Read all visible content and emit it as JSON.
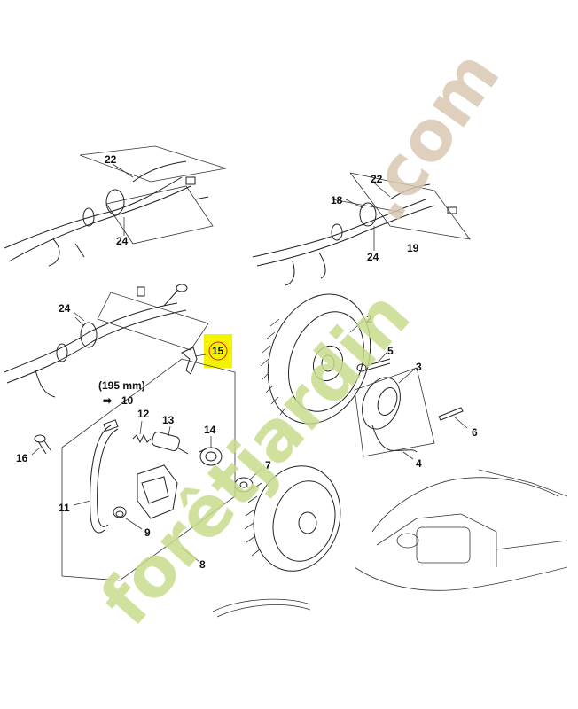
{
  "labels": {
    "l22a": "22",
    "l24a": "24",
    "l22b": "22",
    "l18": "18",
    "l24b": "24",
    "l19": "19",
    "l24c": "24",
    "l2": "2",
    "l5": "5",
    "l3": "3",
    "l15": "15",
    "note_length": "(195 mm)",
    "note_ref": "10",
    "l12": "12",
    "l13": "13",
    "l14": "14",
    "l16": "16",
    "l7": "7",
    "l6": "6",
    "l4": "4",
    "l11": "11",
    "l9": "9",
    "l8": "8"
  },
  "highlight": {
    "part": "15",
    "color": "#f5f200",
    "ring": "#d02020"
  },
  "watermark": {
    "text_green": "forêtjardin",
    "text_tan": ".com",
    "colors": {
      "green": "#c8dc8c",
      "orange": "#f3c08a",
      "tan": "#d8c8b0"
    }
  }
}
